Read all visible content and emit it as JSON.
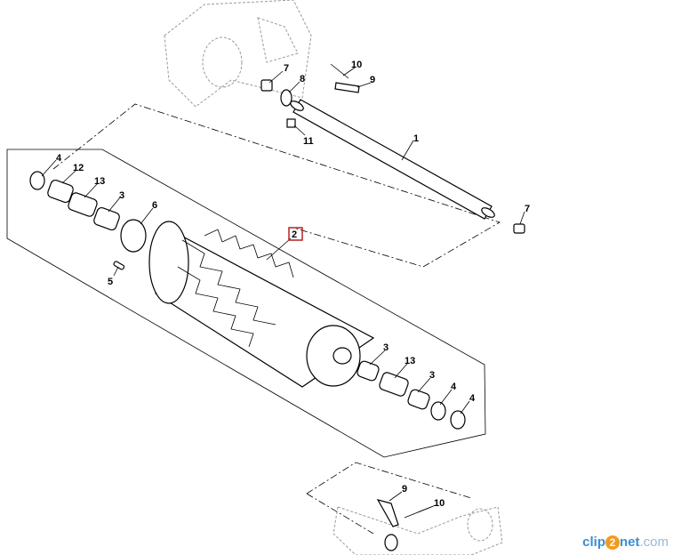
{
  "diagram": {
    "type": "exploded parts diagram",
    "callouts": [
      "7",
      "8",
      "10",
      "9",
      "11",
      "1",
      "7",
      "4",
      "12",
      "13",
      "3",
      "6",
      "2",
      "5",
      "3",
      "13",
      "3",
      "4",
      "4",
      "9",
      "10"
    ],
    "highlighted_callout": "2",
    "highlight_color": "#b22222"
  },
  "watermark": {
    "prefix": "clip",
    "digit": "2",
    "suffix": "net",
    "domain": ".com"
  }
}
